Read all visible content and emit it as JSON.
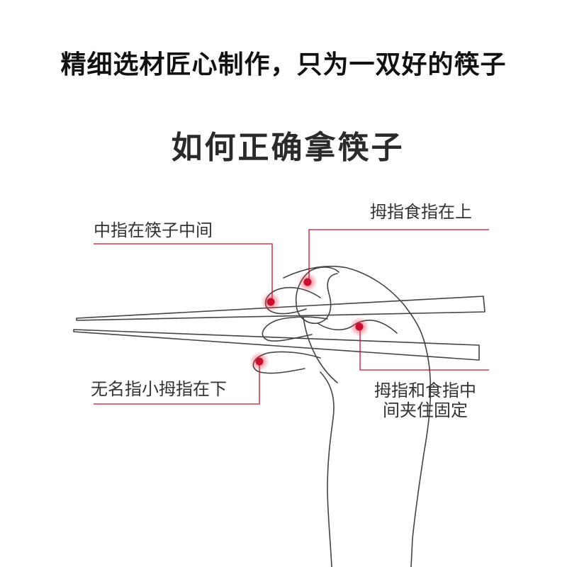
{
  "headline": "精细选材匠心制作，只为一双好的筷子",
  "title": "如何正确拿筷子",
  "labels": {
    "middle_finger": "中指在筷子中间",
    "thumb_index_top": "拇指食指在上",
    "ring_pinky_bottom": "无名指小拇指在下",
    "thumb_index_hold_line1": "拇指和食指中",
    "thumb_index_hold_line2": "间夹住固定"
  },
  "colors": {
    "accent": "#c8102e",
    "line_art": "#444444"
  }
}
